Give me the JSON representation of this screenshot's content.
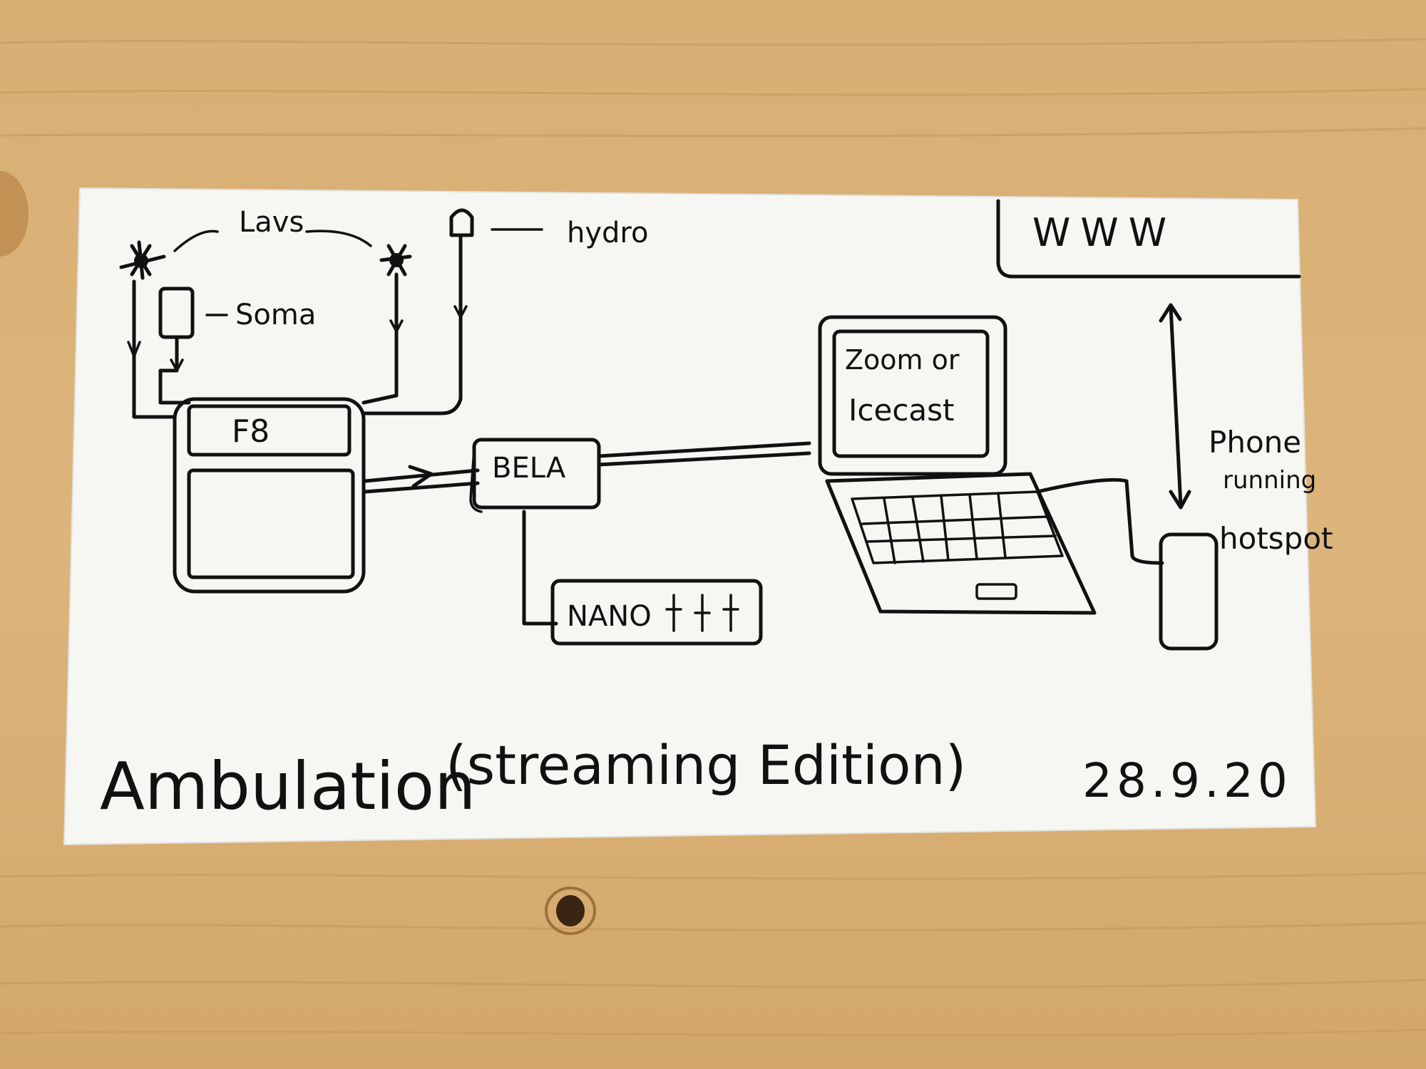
{
  "diagram": {
    "labels": {
      "lavs": "Lavs",
      "hydro": "hydro",
      "soma": "Soma",
      "f8": "F8",
      "bela": "BELA",
      "nano": "NANO",
      "zoom_line1": "Zoom or",
      "zoom_line2": "Icecast",
      "www": "WWW",
      "phone_line1": "Phone",
      "phone_line2": "running",
      "phone_line3": "hotspot",
      "title": "Ambulation",
      "subtitle": "(streaming Edition)",
      "date": "28.9.20"
    },
    "colors": {
      "ink": "#111111",
      "paper": "#f7f7f5",
      "wood_light": "#dcb57c",
      "wood_dark": "#c99a5c"
    }
  }
}
